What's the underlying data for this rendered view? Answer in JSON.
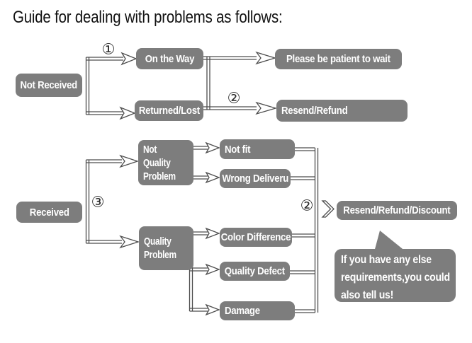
{
  "title": "Guide for dealing with problems as follows:",
  "markers": {
    "step1": "①",
    "step2": "②",
    "step3": "③"
  },
  "flow_not_received": {
    "source": "Not Received",
    "on_the_way": "On the Way",
    "returned_lost": "Returned/Lost",
    "please_wait": "Please be patient to wait",
    "resend_refund": "Resend/Refund"
  },
  "flow_received": {
    "source": "Received",
    "not_quality_problem_lines": [
      "Not",
      "Quality",
      "Problem"
    ],
    "quality_problem_lines": [
      "Quality",
      "Problem"
    ],
    "not_fit": "Not fit",
    "wrong_deliveru": "Wrong Deliveru",
    "color_difference": "Color Difference",
    "quality_defect": "Quality Defect",
    "damage": "Damage",
    "outcome": "Resend/Refund/Discount"
  },
  "note": {
    "lines": [
      "If you have any else",
      "requirements,you could",
      "also tell us!"
    ]
  },
  "colors": {
    "node_gray": "#7d7d7d",
    "line": "#4d4d4d",
    "text": "#ffffff"
  }
}
